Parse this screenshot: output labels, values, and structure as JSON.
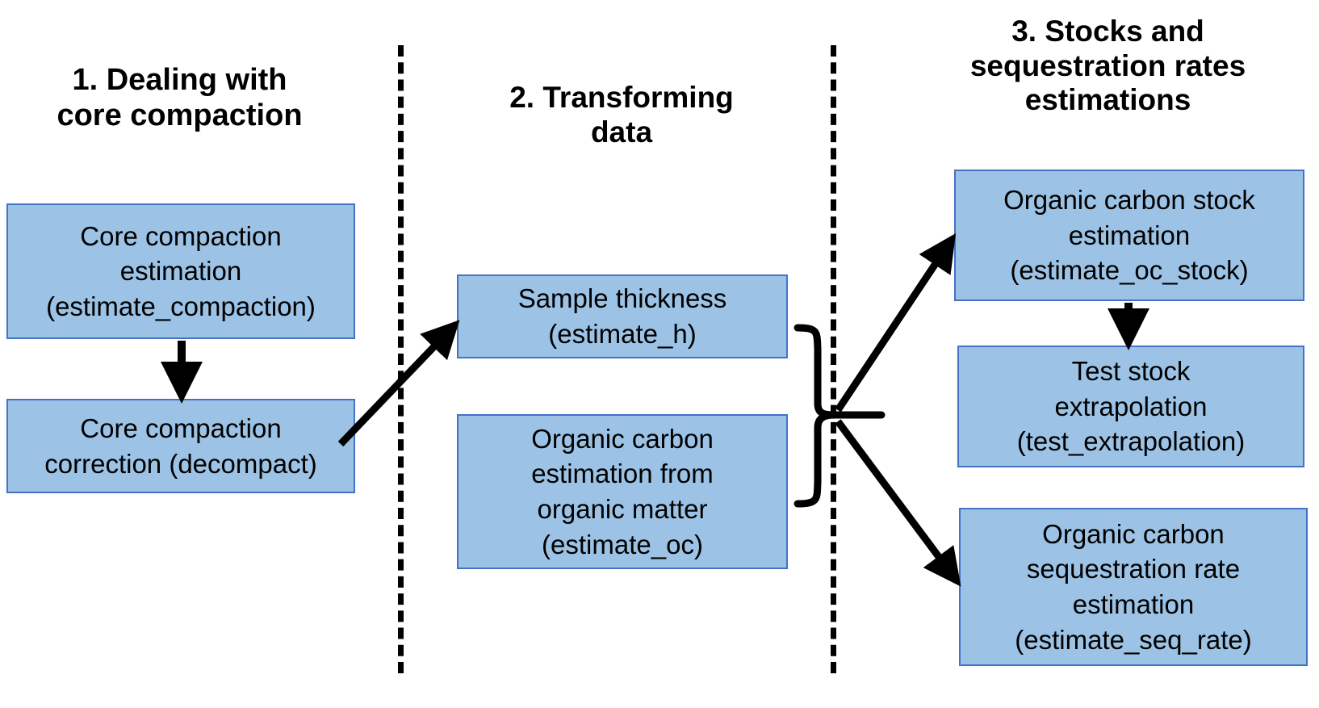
{
  "diagram": {
    "title": "",
    "background_color": "#FFFFFF",
    "box_fill_color": "#9CC3E5",
    "box_border_color": "#4472C4",
    "arrow_color": "#000000",
    "columns": [
      {
        "id": "col-1",
        "heading": "1. Dealing with\ncore compaction",
        "boxes": [
          {
            "id": "estimate_compaction",
            "label": "Core compaction\nestimation\n(estimate_compaction)"
          },
          {
            "id": "decompact",
            "label": "Core compaction\ncorrection (decompact)"
          }
        ]
      },
      {
        "id": "col-2",
        "heading": "2. Transforming\ndata",
        "boxes": [
          {
            "id": "estimate_h",
            "label": "Sample thickness\n(estimate_h)"
          },
          {
            "id": "estimate_oc",
            "label": "Organic carbon\nestimation from\norganic matter\n(estimate_oc)"
          }
        ]
      },
      {
        "id": "col-3",
        "heading": "3. Stocks and\nsequestration rates\nestimations",
        "boxes": [
          {
            "id": "estimate_oc_stock",
            "label": "Organic carbon stock\nestimation\n(estimate_oc_stock)"
          },
          {
            "id": "test_extrapolation",
            "label": "Test stock\nextrapolation\n(test_extrapolation)"
          },
          {
            "id": "estimate_seq_rate",
            "label": "Organic carbon\nsequestration rate\nestimation\n(estimate_seq_rate)"
          }
        ]
      }
    ],
    "connectors": [
      {
        "from": "estimate_compaction",
        "to": "decompact",
        "style": "straight-arrow-down"
      },
      {
        "from": "decompact",
        "to": "estimate_h",
        "style": "diagonal-arrow-up-right"
      },
      {
        "from": "estimate_h + estimate_oc",
        "to": "brace-junction",
        "style": "right-curly-brace"
      },
      {
        "from": "brace-junction",
        "to": "estimate_oc_stock",
        "style": "diagonal-arrow-up-right"
      },
      {
        "from": "brace-junction",
        "to": "estimate_seq_rate",
        "style": "diagonal-arrow-down-right"
      },
      {
        "from": "estimate_oc_stock",
        "to": "test_extrapolation",
        "style": "straight-arrow-down"
      }
    ]
  }
}
